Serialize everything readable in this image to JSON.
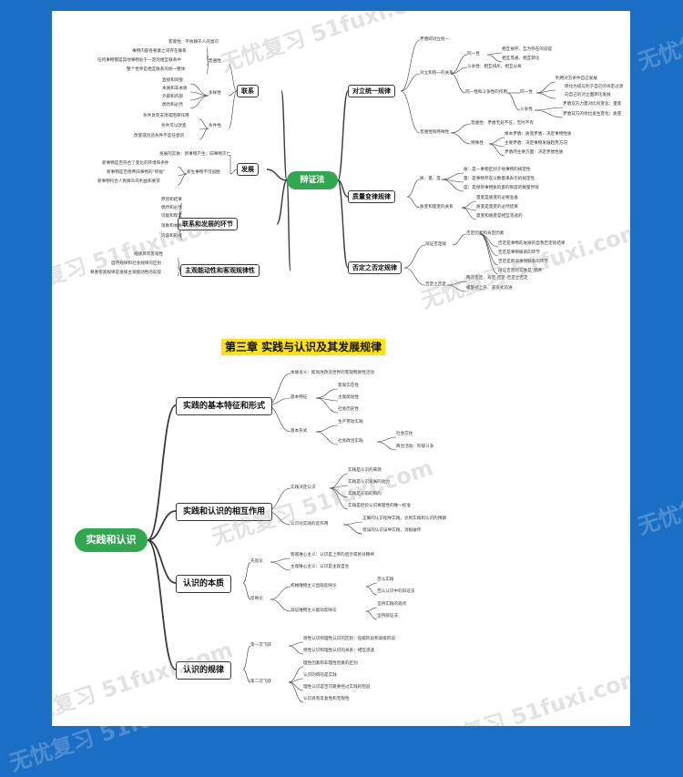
{
  "colors": {
    "background": "#1a6fc4",
    "root": "#2fa84f",
    "title_highlight": "#ffe500",
    "line": "#3a3a3a"
  },
  "watermark": "无忧复习 51fuxi.com",
  "map1": {
    "root": "辩证法",
    "main": {
      "link": "联系",
      "dev": "发展",
      "loop": "联系和发展的环节",
      "subj": "主观能动性和客观规律性",
      "unity": "对立统一规律",
      "qual": "质量变律规律",
      "neg": "否定之否定规律"
    },
    "link_items": [
      "客观性：不依赖于人的意识",
      "事物内部各要素之间存在联系",
      "任何事物都是其他事物处于一定的相互联系中",
      "整个世界是相互联系的统一整体",
      "普遍性",
      "直接和间接",
      "本质和非本质",
      "外部和内部",
      "偶然和必然",
      "多样性",
      "条件具有支持或阻碍作用",
      "条件可以改变",
      "改变或创造条件不是任意的",
      "条件性"
    ],
    "dev_items": [
      "发展的实质：新事物产生、旧事物灭亡",
      "新事物是否符合了变化的环境和条件",
      "新事物是否扬弃旧事物的“积极”",
      "新事物符合人民群众的利益和要求",
      "新生事物不可战胜"
    ],
    "loop_items": [
      "原因和结果",
      "偶然和必然",
      "可能和现实",
      "现象和本质",
      "内容和形式"
    ],
    "subj_items": [
      "规律具有客观性",
      "自然规律和社会规律的区别",
      "尊重客观规律是发挥主观能动性的前提"
    ],
    "unity_items": [
      "矛盾即对立统一",
      "同一性",
      "相互依存、互为存在的前提",
      "相互贯通、相互转化",
      "斗争性：相互排斥、相互分离",
      "对立和统一的关系",
      "同一性和斗争性的作用",
      "同一性",
      "利用对方条件自己发展",
      "转化为成与利于自己的肯定过渡",
      "向自己的对立面转化发展",
      "斗争性",
      "矛盾双方力量对比的变化：量变",
      "矛盾双方的地位发生变化：质变",
      "普遍性和特殊性",
      "普遍性：矛盾无处不在，无时不有",
      "特殊性",
      "根本矛盾：质变矛盾、决定事物性质",
      "主要矛盾：决定事物发展趋势方向",
      "矛盾的主要方面：决定矛盾性质"
    ],
    "qual_items": [
      "质、量、度",
      "质：是一事物区别于他事物的规定性",
      "量：是事物存在以数量来表示的规定性",
      "度：是保持事物质的量的限度的数量界限",
      "质变和量变的关系",
      "量变是质变的必要准备",
      "质变是量变的必然结果",
      "量变和质变是相互渗透的"
    ],
    "neg_items": [
      "辩证否定观",
      "否定因素和肯定因素",
      "否定是事物的发展的自我否定的结果",
      "否定是事物联系的环节",
      "否定是新旧事物联系的环节",
      "辩证否定的实质是“扬弃”",
      "否定之否定",
      "两次否定、肯定-否定-否定之否定",
      "螺旋式上升、波浪式前进"
    ]
  },
  "chapter_title": "第三章  实践与认识及其发展规律",
  "map2": {
    "root": "实践和认识",
    "main": {
      "practice": "实践的基本特征和形式",
      "interact": "实践和认识的相互作用",
      "essence": "认识的本质",
      "law": "认识的规律"
    },
    "practice_items": [
      "本质含义：能动地改造世界的客观物质性活动",
      "基本特征",
      "客观实在性",
      "主观能动性",
      "社会历史性",
      "基本形式",
      "生产劳动实践",
      "社会政治实践",
      "社会交往",
      "政治活动：阶级斗争"
    ],
    "interact_items": [
      "实践决定认识",
      "实践是认识的来源",
      "实践是认识发展的动力",
      "实践是认识的目的",
      "实践是检验认识真理性的唯一标准",
      "认识对实践的反作用",
      "正确的认识指导实践，达到实践和认识的预期",
      "错误的认识误导实践，消极破坏"
    ],
    "essence_items": [
      "先验论",
      "客观唯心主义：认识是上帝的启示或绝对精神",
      "主观唯心主义：认识是主观自生",
      "反映论",
      "机械唯物主义直观反映论",
      "否认实践",
      "否认认识中的辩证法",
      "辩证唯物主义能动反映论",
      "坚持实践的观点",
      "坚持辩证法"
    ],
    "law_items": [
      "第一次飞跃",
      "感性认识和理性认识的区别：低级阶段和高级阶段",
      "感性认识和理性认识的关系：相互渗透",
      "第二次飞跃",
      "理性因素和非理性因素的区别",
      "认识的目的是实践",
      "理性认识是否可靠要经过实践的检验",
      "认识具有反复性和无限性"
    ]
  }
}
